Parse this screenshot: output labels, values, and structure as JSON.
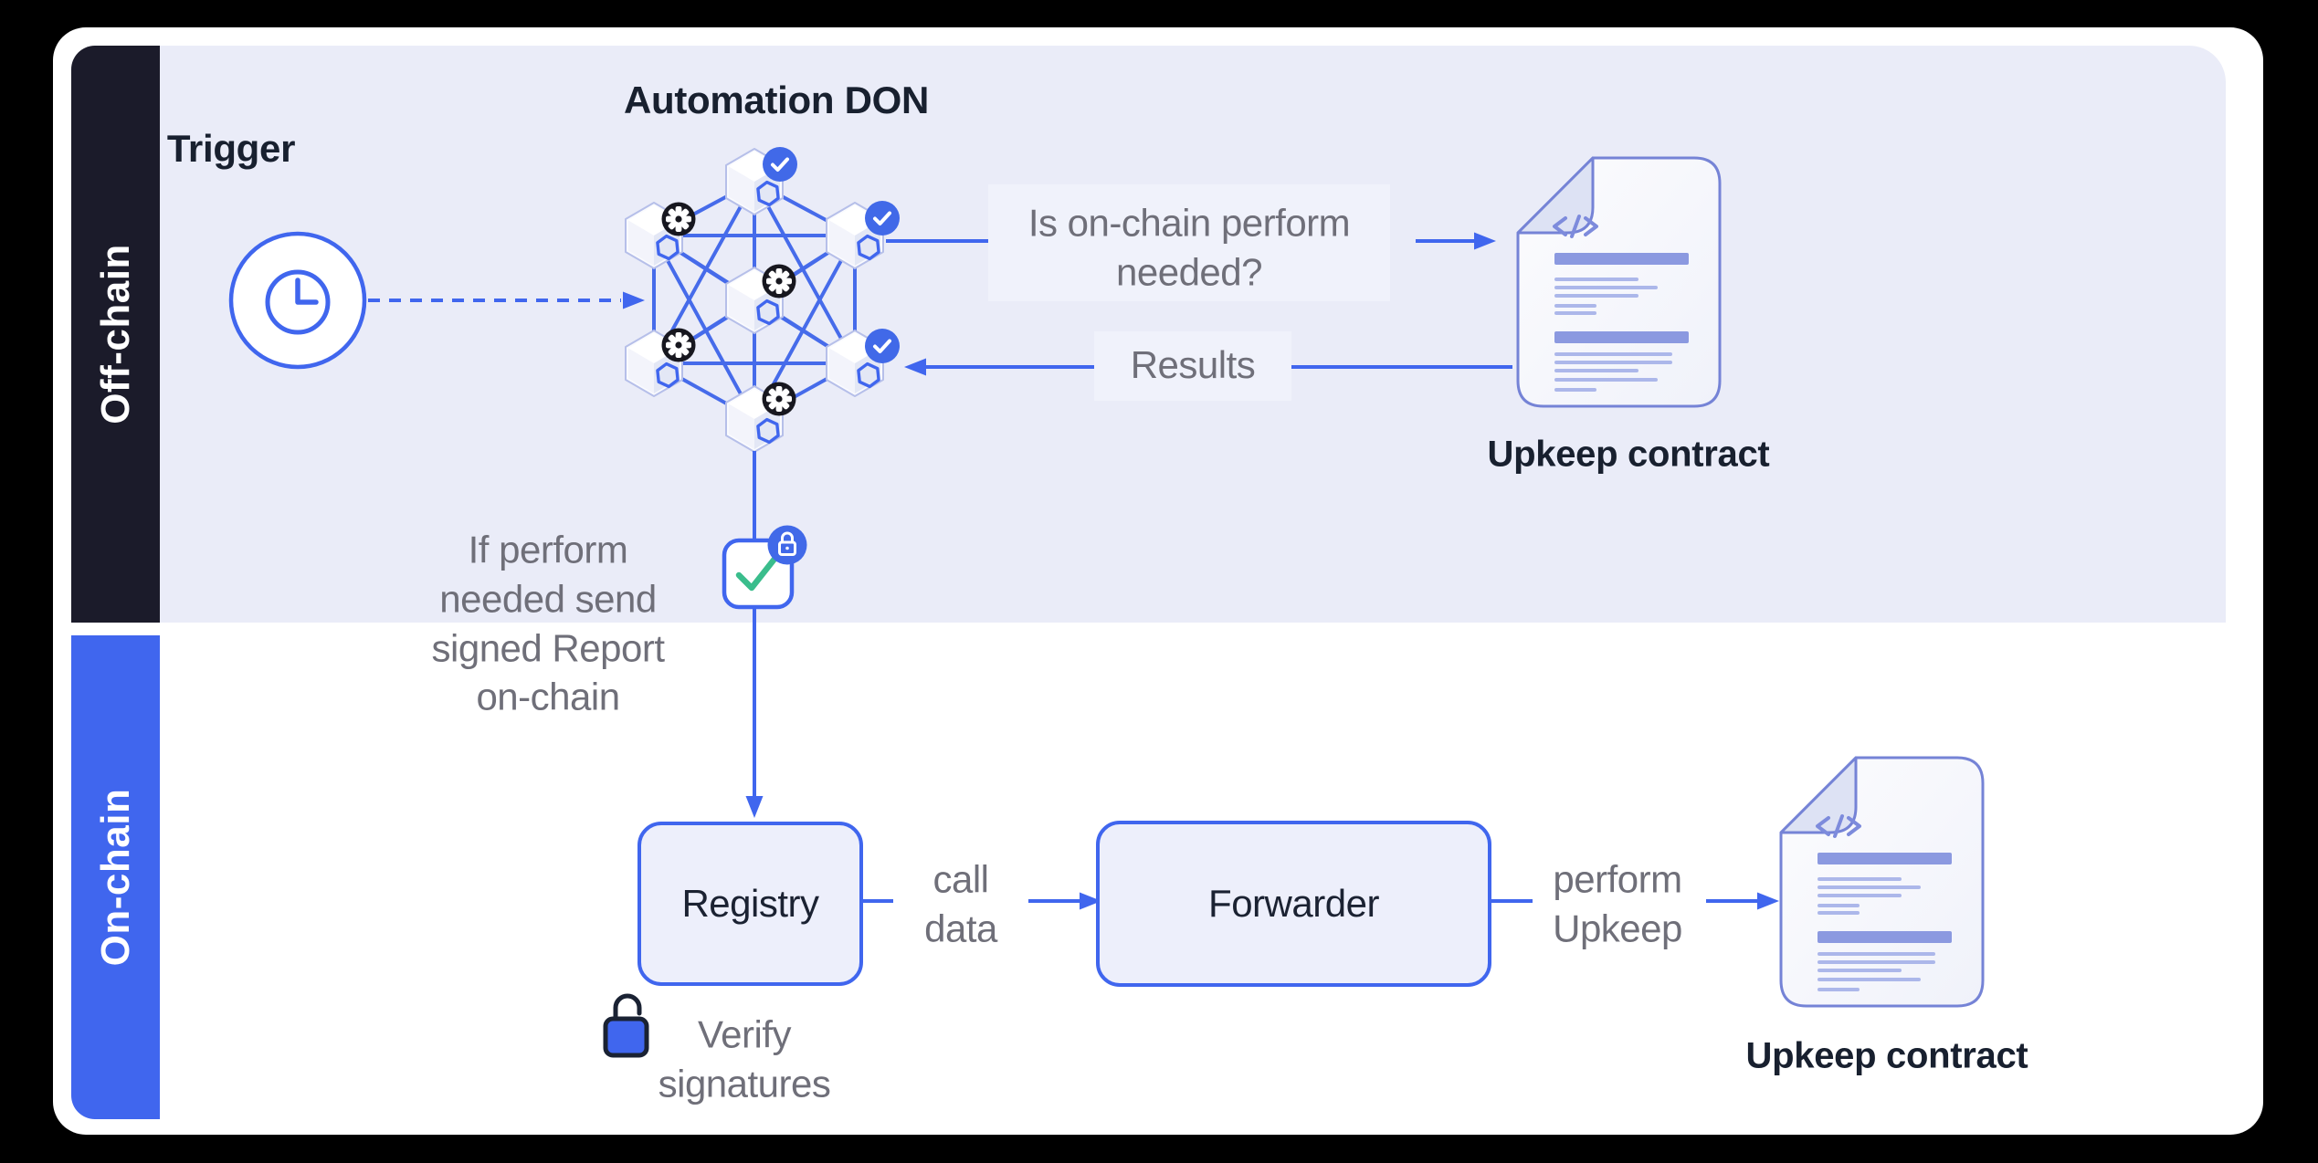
{
  "sidebar": {
    "offchain_label": "Off-chain",
    "onchain_label": "On-chain"
  },
  "offchain": {
    "trigger_label": "Trigger",
    "don_title": "Automation DON",
    "question": "Is on-chain perform\nneeded?",
    "results_label": "Results",
    "upkeep_contract_label": "Upkeep contract",
    "report_note": "If perform\nneeded send\nsigned Report\non-chain"
  },
  "onchain": {
    "registry_label": "Registry",
    "call_data_label": "call\ndata",
    "forwarder_label": "Forwarder",
    "perform_upkeep_label": "perform\nUpkeep",
    "upkeep_contract_label": "Upkeep contract",
    "verify_label": "Verify\nsignatures"
  },
  "icons": {
    "trigger": "clock-icon",
    "don_node": "hexagon-cube-node-icon",
    "node_signed": "check-badge-icon",
    "node_compute": "gear-badge-icon",
    "signed_report": "checkmark-lock-icon",
    "upkeep_contract": "code-document-icon",
    "verify_signatures": "open-padlock-icon"
  },
  "colors": {
    "canvas": "#000000",
    "card": "#FFFFFF",
    "offchain_bar": "#1B1B2A",
    "onchain_bar": "#4066EE",
    "offchain_panel": "#EAECF8",
    "accent_blue": "#4066EE",
    "mesh_blue": "#466BEA",
    "gray_text": "#6F6F79",
    "dark_text": "#18202F",
    "doc_stroke": "#7583D6",
    "doc_bar": "#8B99E0",
    "green_check": "#3ABD8C",
    "badge_black": "#17171F"
  }
}
